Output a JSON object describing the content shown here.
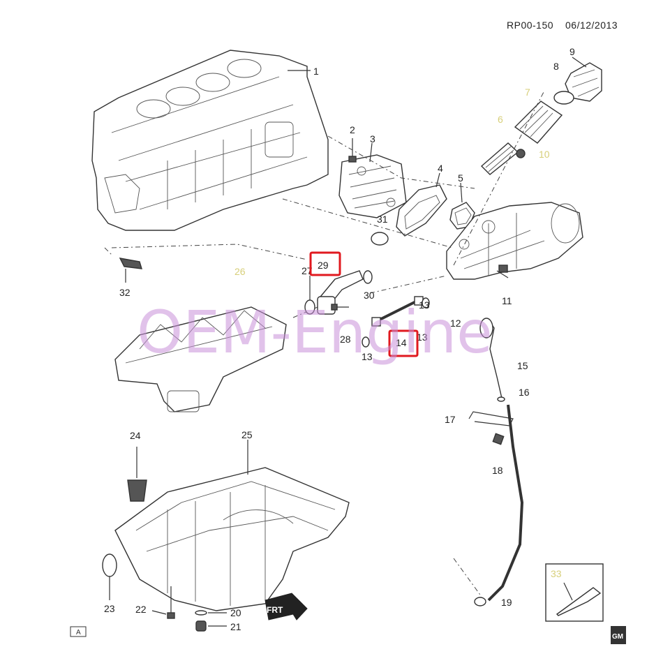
{
  "header": {
    "diagram_code": "RP00-150",
    "date": "06/12/2013"
  },
  "watermark": "OEM-Engine",
  "callouts": [
    "1",
    "2",
    "3",
    "4",
    "5",
    "6",
    "7",
    "8",
    "9",
    "10",
    "11",
    "12",
    "13",
    "13",
    "13",
    "14",
    "15",
    "16",
    "17",
    "18",
    "19",
    "20",
    "21",
    "22",
    "23",
    "24",
    "25",
    "26",
    "27",
    "28",
    "29",
    "30",
    "31",
    "32",
    "33"
  ],
  "highlighted_callouts": [
    "29",
    "14"
  ],
  "corner_marks": {
    "bottom_left": "A",
    "bottom_right": "GM"
  },
  "direction_arrow": "FRT",
  "colors": {
    "highlight": "#e0191f",
    "watermark": "#c98fd8",
    "faded_callout": "#d7cf7a",
    "line": "#333333"
  }
}
